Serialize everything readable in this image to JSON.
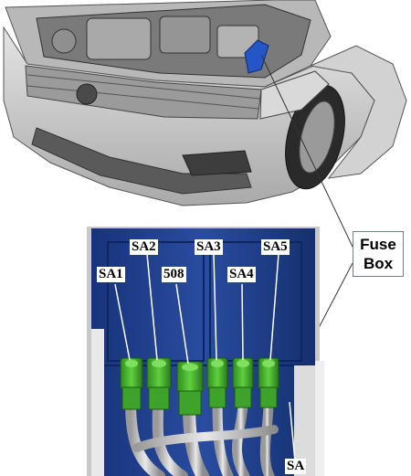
{
  "callout": {
    "line1": "Fuse",
    "line2": "Box"
  },
  "labels": {
    "sa1": "SA1",
    "sa2": "SA2",
    "l508": "508",
    "sa3": "SA3",
    "sa4": "SA4",
    "sa5": "SA5",
    "sa": "SA"
  },
  "colors": {
    "fuse_box_panel": "#1f3f8f",
    "fuse_connector": "#3fae2a",
    "car_body": "#c9c9c9"
  }
}
